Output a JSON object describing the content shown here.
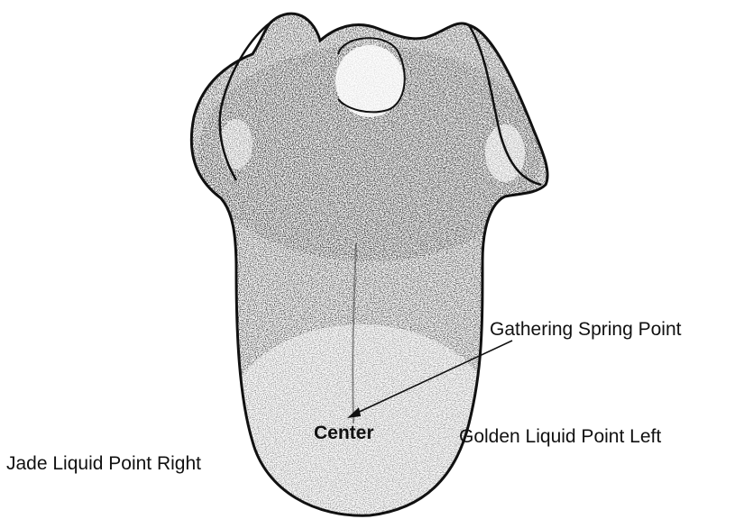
{
  "labels": {
    "gathering_spring_point": "Gathering Spring Point",
    "golden_liquid_point_left": "Golden Liquid Point Left",
    "jade_liquid_point_right": "Jade Liquid Point Right",
    "center": "Center"
  },
  "colors": {
    "ink": "#111111",
    "background": "#ffffff"
  }
}
